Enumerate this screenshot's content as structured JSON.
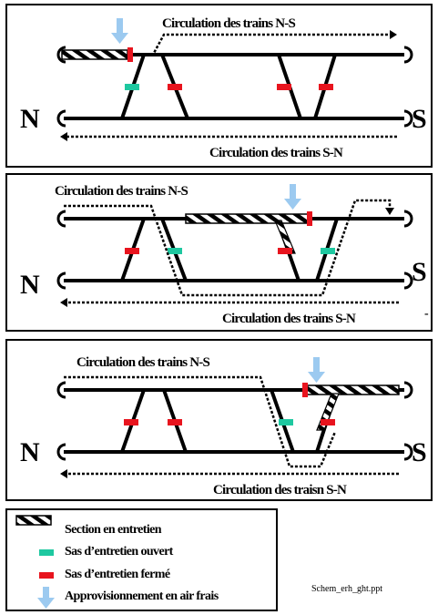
{
  "panels": [
    {
      "label_north": "N",
      "label_south": "S",
      "caption_ns": "Circulation des trains N-S",
      "caption_sn": "Circulation des trains S-N"
    },
    {
      "label_north": "N",
      "label_south": "S",
      "caption_ns": "Circulation des trains N-S",
      "caption_sn": "Circulation des trains S-N"
    },
    {
      "label_north": "N",
      "label_south": "S",
      "caption_ns": "Circulation des trains N-S",
      "caption_sn": "Circulation des traisn S-N"
    }
  ],
  "stray_mark": "-",
  "legend": {
    "maintenance_section": "Section en entretien",
    "open_airlock": "Sas d’entretien ouvert",
    "closed_airlock": "Sas d’entretien fermé",
    "fresh_air": "Approvisionnement en air frais"
  },
  "footer": "Schem_erh_ght.ppt",
  "colors": {
    "open_airlock": "#1ec8a0",
    "closed_airlock": "#e8141e",
    "fresh_air_arrow": "#9ccaf0",
    "track": "#000000"
  },
  "icons": [
    "hatched-section-icon",
    "open-airlock-icon",
    "closed-airlock-icon",
    "fresh-air-arrow-icon"
  ]
}
